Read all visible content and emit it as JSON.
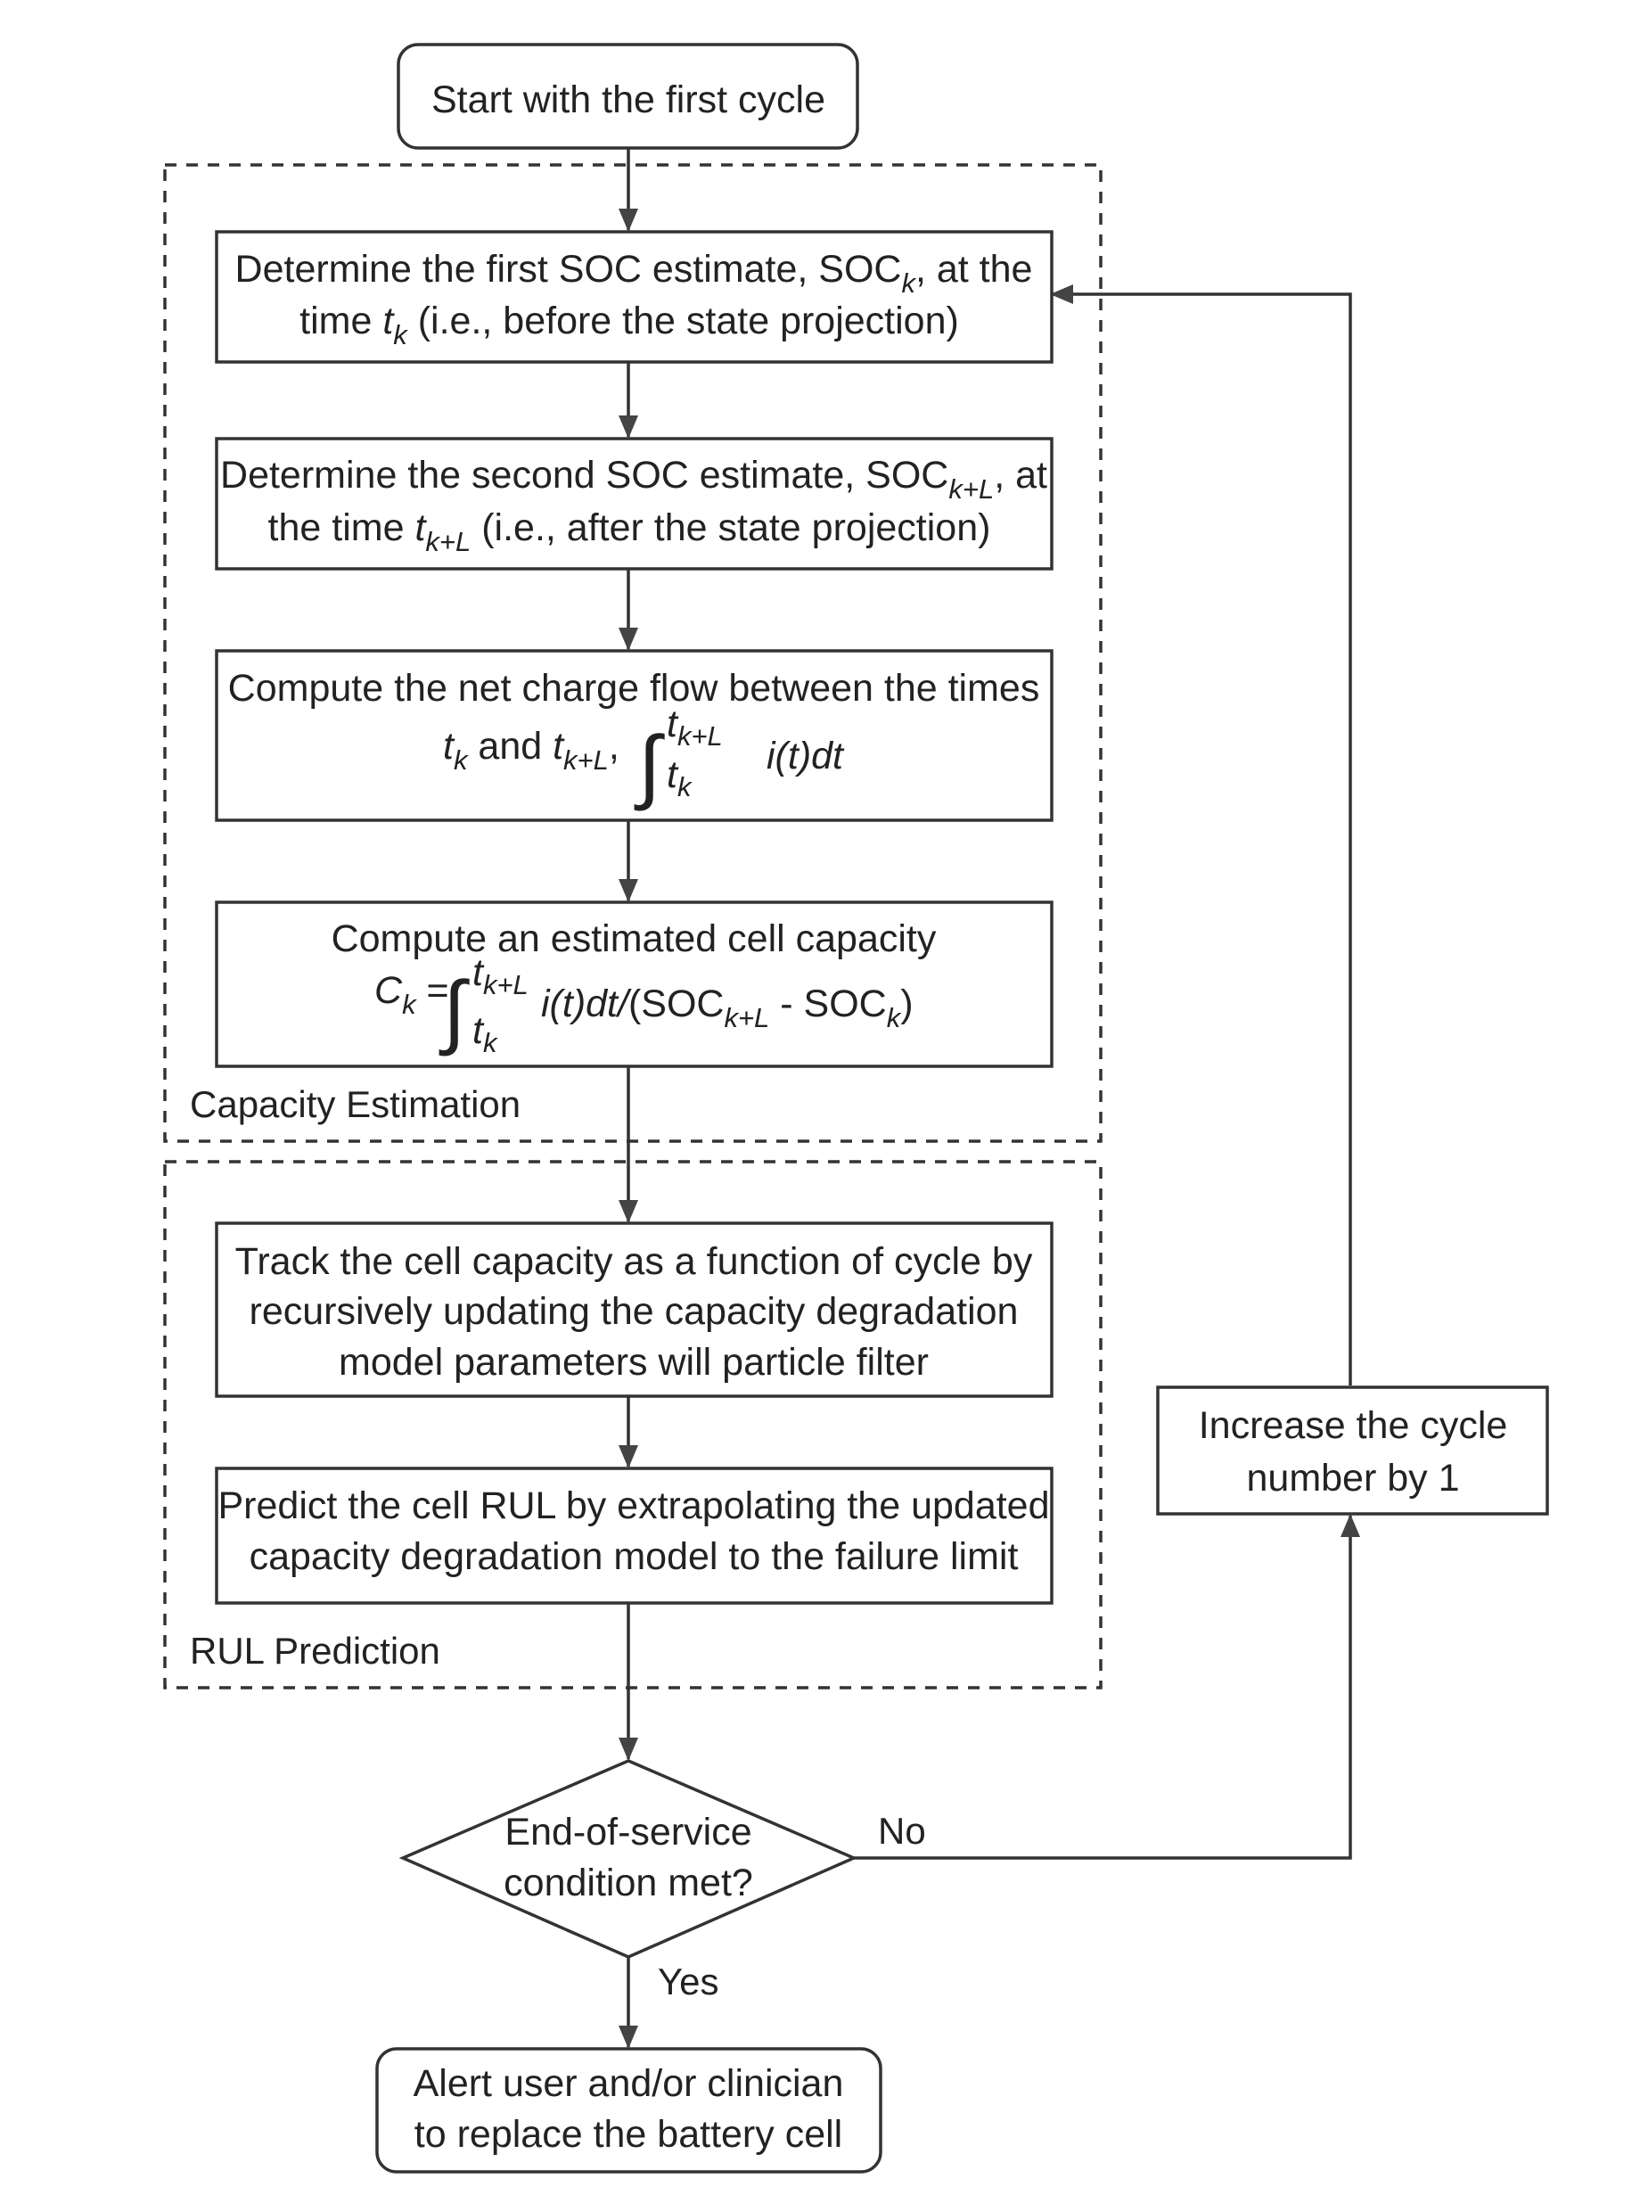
{
  "groups": {
    "capacity_estimation": "Capacity Estimation",
    "rul_prediction": "RUL Prediction"
  },
  "nodes": {
    "start": {
      "line1": "Start with the first cycle"
    },
    "soc_first": {
      "line1_a": "Determine the first SOC estimate, SOC",
      "line1_sub": "k",
      "line1_b": ", at the",
      "line2_a": "time ",
      "line2_t": "t",
      "line2_sub": "k",
      "line2_b": " (i.e., before the state projection)"
    },
    "soc_second": {
      "line1_a": "Determine the second SOC estimate, SOC",
      "line1_sub": "k+L",
      "line1_b": ", at",
      "line2_a": "the time ",
      "line2_t": "t",
      "line2_sub": "k+L",
      "line2_b": " (i.e., after the state projection)"
    },
    "charge_flow": {
      "line1": "Compute the net charge flow between the times",
      "t": "t",
      "sub_k": "k",
      "and": " and ",
      "sub_kl": "k+L",
      "comma": ",",
      "integral": "∫",
      "upper": "t",
      "upper_sub": "k+L",
      "lower": "t",
      "lower_sub": "k",
      "integrand": "i(t)dt"
    },
    "capacity": {
      "line1": "Compute an estimated cell capacity",
      "c": "C",
      "c_sub": "k",
      "eq": " =",
      "integral": "∫",
      "upper": "t",
      "upper_sub": "k+L",
      "lower": "t",
      "lower_sub": "k",
      "integrand": "i(t)dt",
      "slash": "/",
      "soc_open": "(SOC",
      "soc_kl_sub": "k+L",
      "minus": " - SOC",
      "soc_k_sub": "k",
      "close": ")"
    },
    "track": {
      "line1": "Track the cell capacity as a function of cycle by",
      "line2": "recursively updating the capacity degradation",
      "line3": "model parameters will particle filter"
    },
    "predict": {
      "line1": "Predict the cell RUL by extrapolating the updated",
      "line2": "capacity degradation model to the failure limit"
    },
    "decision": {
      "line1": "End-of-service",
      "line2": "condition met?"
    },
    "increase": {
      "line1": "Increase the cycle",
      "line2": "number by 1"
    },
    "alert": {
      "line1": "Alert user and/or clinician",
      "line2": "to replace the battery cell"
    }
  },
  "edge_labels": {
    "no": "No",
    "yes": "Yes"
  }
}
